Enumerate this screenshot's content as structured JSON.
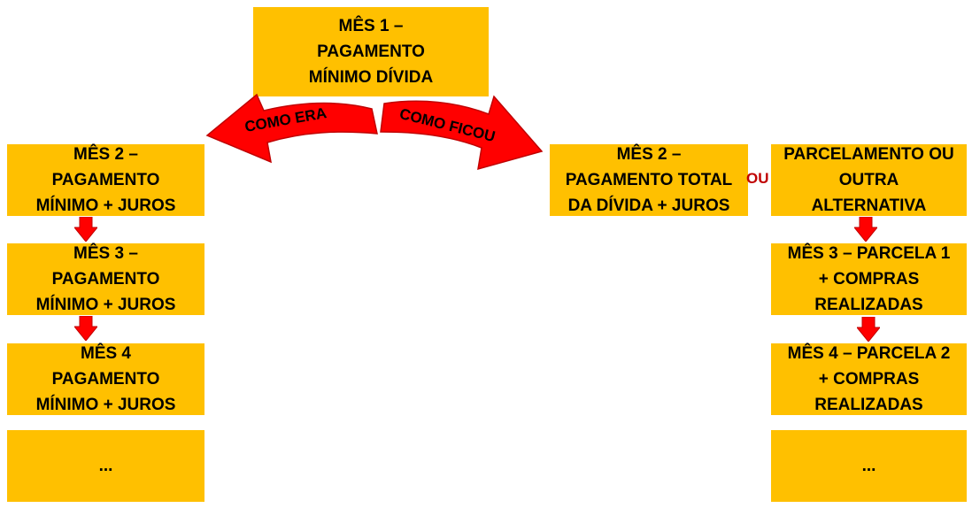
{
  "top_box": "MÊS 1 –\nPAGAMENTO\nMÍNIMO DÍVIDA",
  "left_arrow_label": "COMO ERA",
  "right_arrow_label": "COMO FICOU",
  "left_column": [
    "MÊS 2 –\nPAGAMENTO\nMÍNIMO + JUROS",
    "MÊS 3 –\nPAGAMENTO\nMÍNIMO + JUROS",
    "MÊS 4\nPAGAMENTO\nMÍNIMO + JUROS",
    "..."
  ],
  "middle_box": "MÊS 2 –\nPAGAMENTO TOTAL\nDA DÍVIDA + JUROS",
  "or_label": "OU",
  "right_column": [
    "PARCELAMENTO OU\nOUTRA\nALTERNATIVA",
    "MÊS 3 – PARCELA 1\n+ COMPRAS\nREALIZADAS",
    "MÊS 4 – PARCELA 2\n+ COMPRAS\nREALIZADAS",
    "..."
  ],
  "colors": {
    "box": "#FFC000",
    "arrow": "#FF0000",
    "arrow_outline": "#C00000",
    "or_text": "#C00000"
  }
}
